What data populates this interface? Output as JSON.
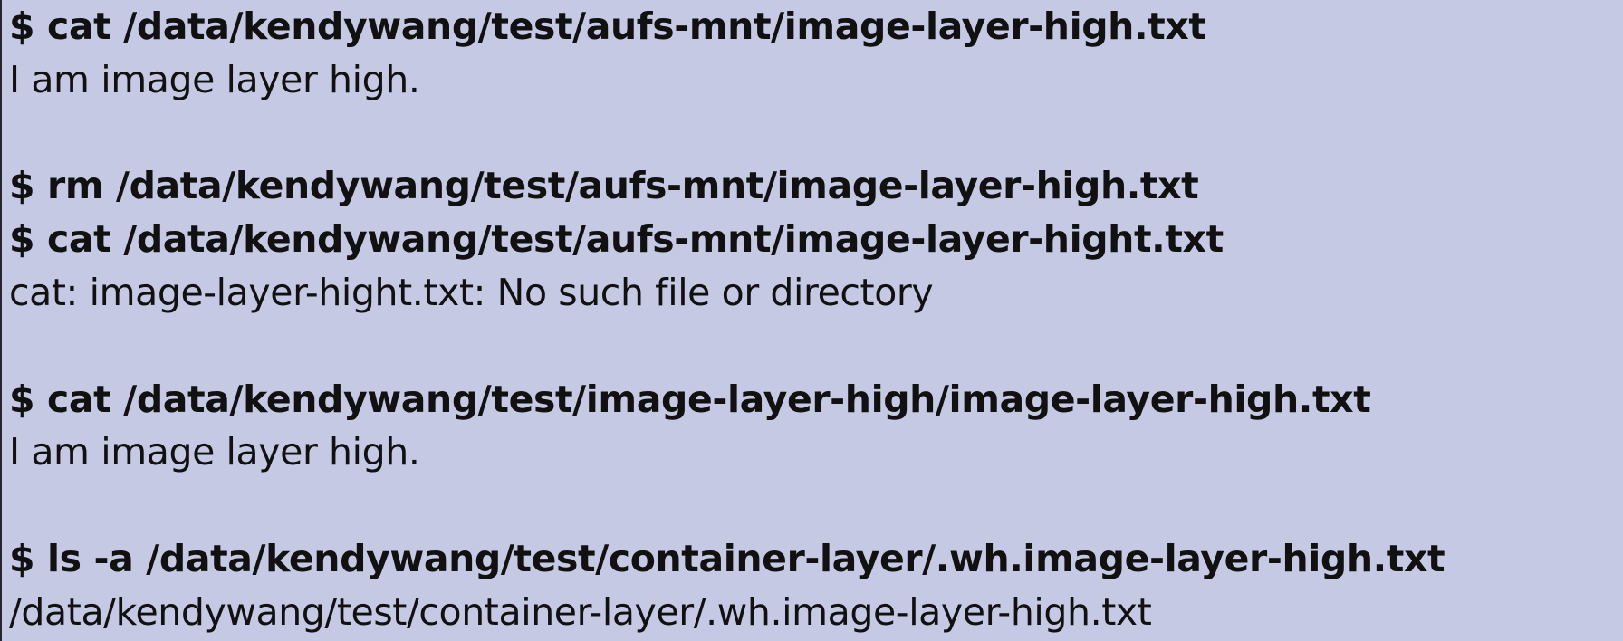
{
  "terminal": {
    "lines": [
      {
        "type": "command",
        "text": "$ cat /data/kendywang/test/aufs-mnt/image-layer-high.txt"
      },
      {
        "type": "output",
        "text": "I am image layer high."
      },
      {
        "type": "blank",
        "text": ""
      },
      {
        "type": "command",
        "text": "$ rm /data/kendywang/test/aufs-mnt/image-layer-high.txt"
      },
      {
        "type": "command",
        "text": "$ cat /data/kendywang/test/aufs-mnt/image-layer-hight.txt"
      },
      {
        "type": "output",
        "text": "cat: image-layer-hight.txt: No such file or directory"
      },
      {
        "type": "blank",
        "text": ""
      },
      {
        "type": "command",
        "text": "$ cat /data/kendywang/test/image-layer-high/image-layer-high.txt"
      },
      {
        "type": "output",
        "text": "I am image layer high."
      },
      {
        "type": "blank",
        "text": ""
      },
      {
        "type": "command",
        "text": "$ ls -a /data/kendywang/test/container-layer/.wh.image-layer-high.txt"
      },
      {
        "type": "output",
        "text": "/data/kendywang/test/container-layer/.wh.image-layer-high.txt"
      }
    ]
  }
}
